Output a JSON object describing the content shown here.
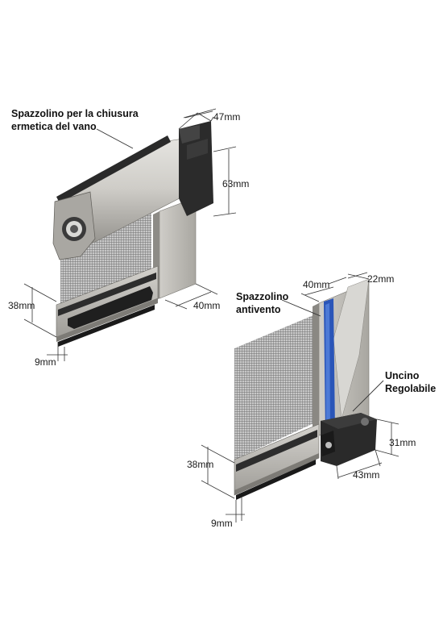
{
  "top_figure": {
    "callout_brush": [
      "Spazzolino per la chiusura",
      "ermetica del vano"
    ],
    "dim_width": "47mm",
    "dim_height": "63mm",
    "dim_rail_depth": "40mm",
    "dim_bar_height": "38mm",
    "dim_brush": "9mm"
  },
  "bottom_figure": {
    "callout_brush": [
      "Spazzolino",
      "antivento"
    ],
    "callout_hook": [
      "Uncino",
      "Regolabile"
    ],
    "dim_channel": "40mm",
    "dim_side": "22mm",
    "dim_hook_height": "31mm",
    "dim_hook_depth": "43mm",
    "dim_bar_height": "38mm",
    "dim_brush": "9mm"
  },
  "colors": {
    "aluminum": "#b9b7b1",
    "dark": "#2a2a2a",
    "brush_blue": "#2a55b8"
  }
}
